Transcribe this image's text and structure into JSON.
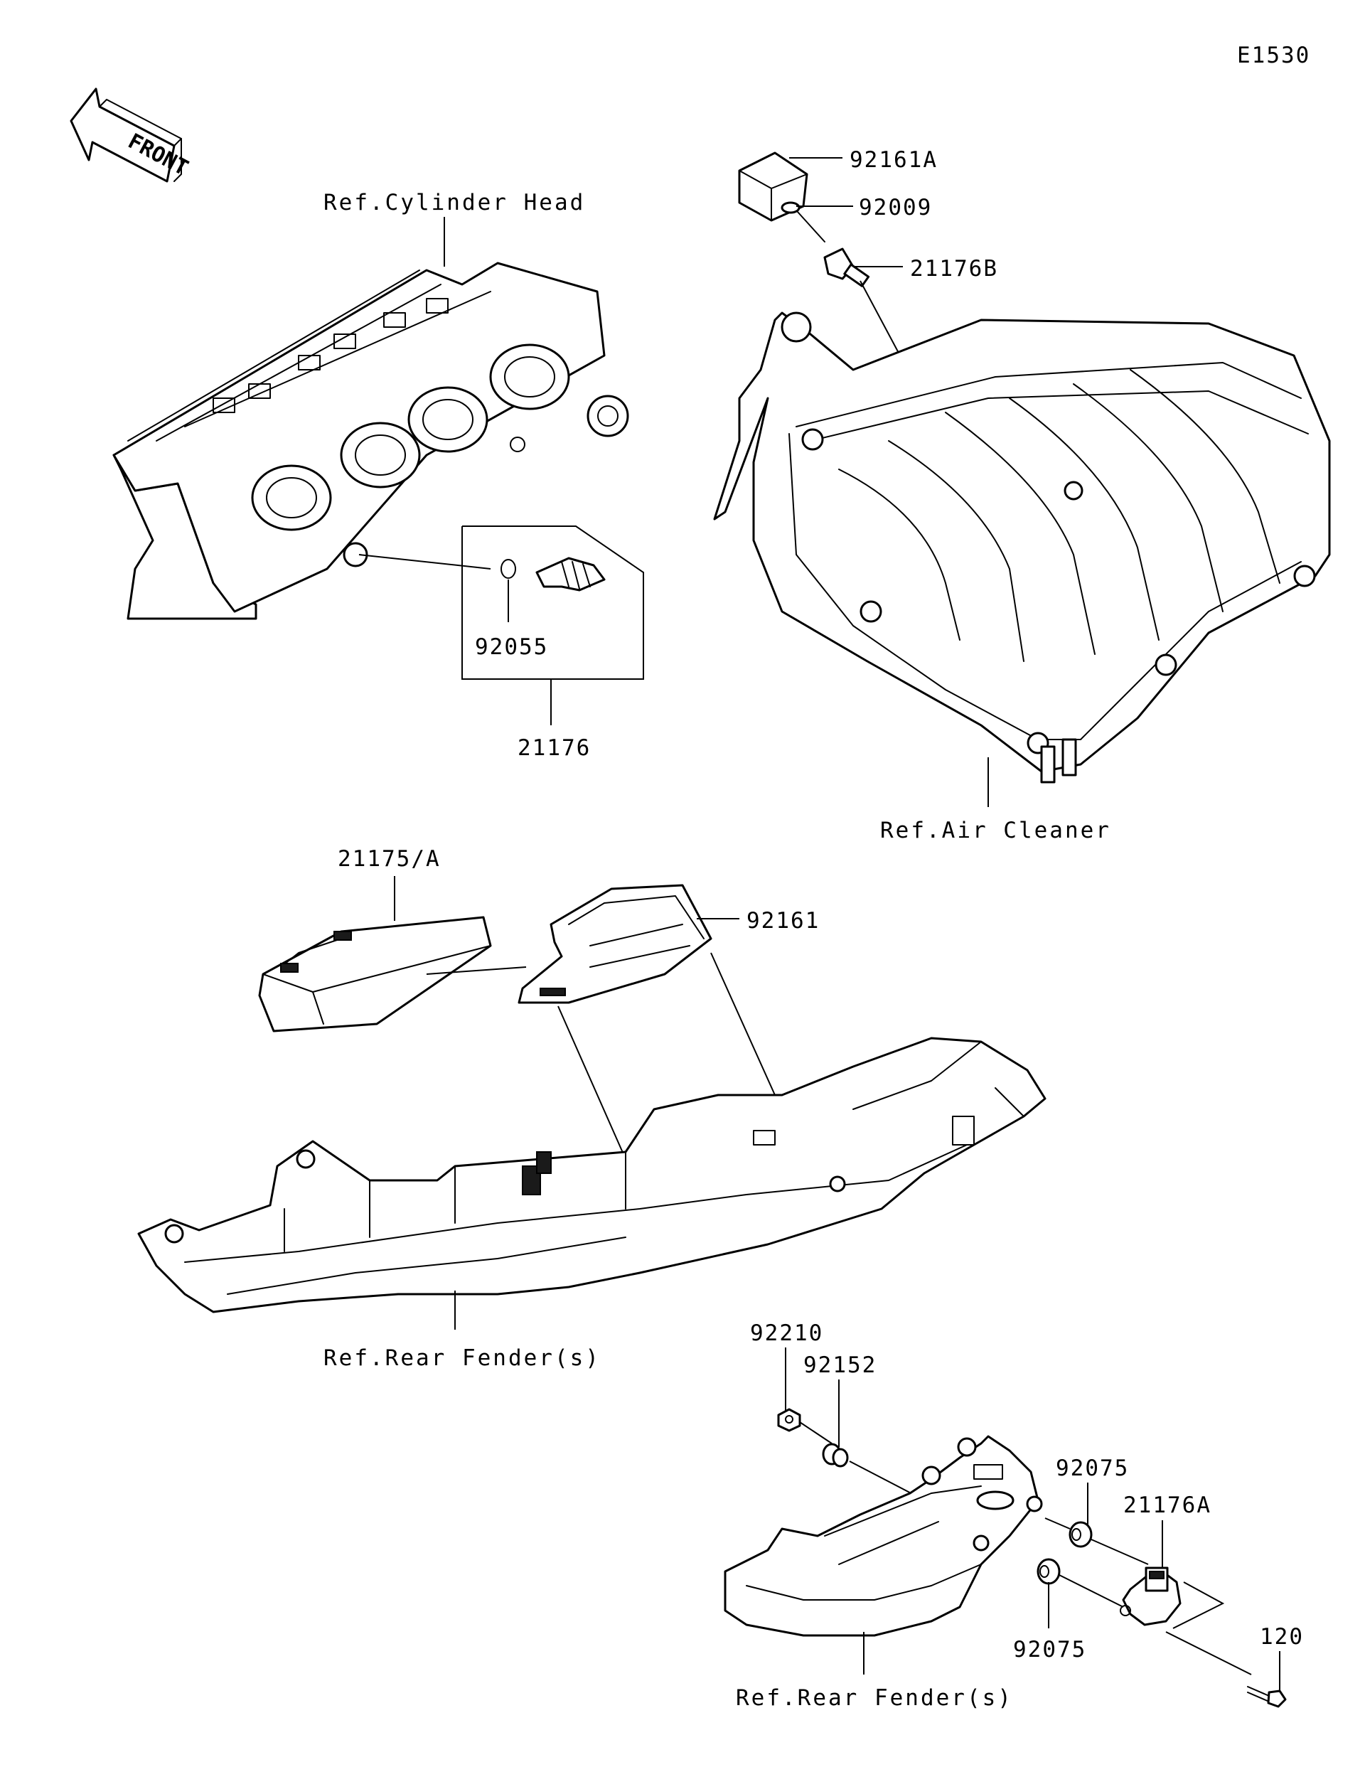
{
  "diagram_code": "E1530",
  "front_arrow_label": "FRONT",
  "references": {
    "cylinder_head": "Ref.Cylinder Head",
    "air_cleaner": "Ref.Air Cleaner",
    "rear_fender_1": "Ref.Rear Fender(s)",
    "rear_fender_2": "Ref.Rear Fender(s)"
  },
  "parts": {
    "p92161A": "92161A",
    "p92009": "92009",
    "p21176B": "21176B",
    "p92055": "92055",
    "p21176": "21176",
    "p21175A": "21175/A",
    "p92161": "92161",
    "p92210": "92210",
    "p92152": "92152",
    "p92075_top": "92075",
    "p21176A": "21176A",
    "p92075_bottom": "92075",
    "p120": "120"
  }
}
